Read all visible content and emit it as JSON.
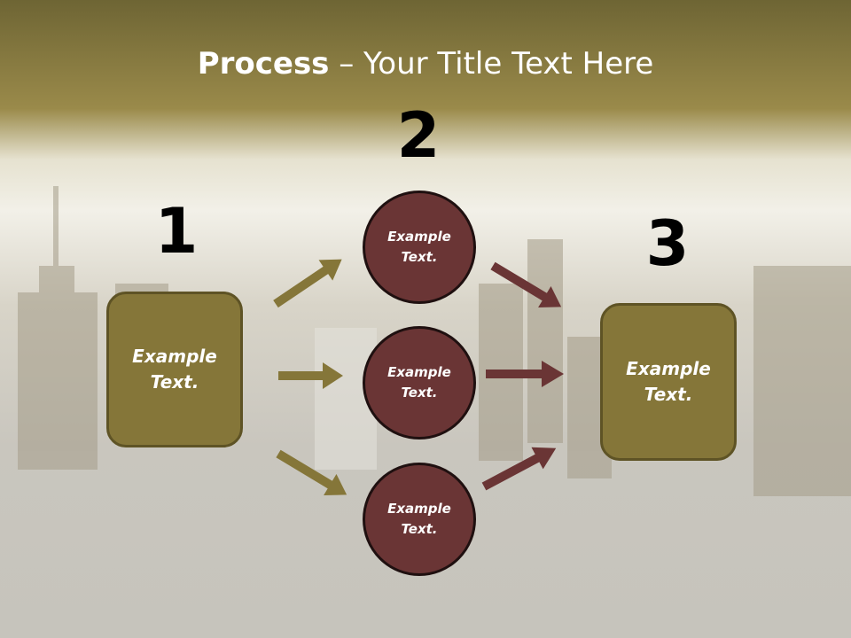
{
  "slide": {
    "title_strong": "Process",
    "title_rest": " – Your Title Text Here"
  },
  "steps": {
    "one": {
      "number": "1",
      "box_text": "Example Text."
    },
    "two": {
      "number": "2",
      "circles": [
        "Example Text.",
        "Example Text.",
        "Example Text."
      ]
    },
    "three": {
      "number": "3",
      "box_text": "Example Text."
    }
  },
  "colors": {
    "box_fill": "#857639",
    "circle_fill": "#6a3535",
    "arrow_olive": "#857639",
    "arrow_maroon": "#6a3535"
  }
}
